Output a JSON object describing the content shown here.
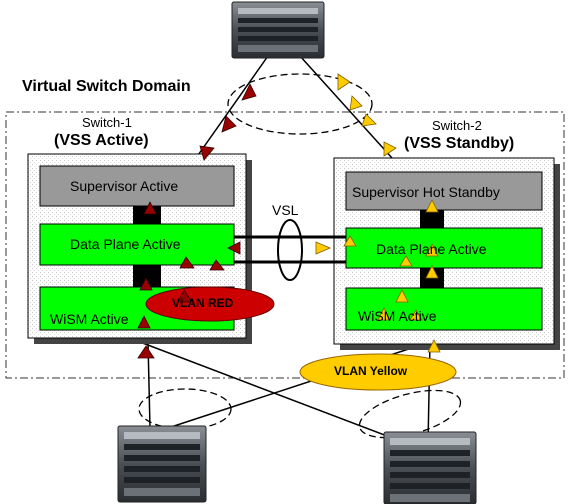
{
  "domain_title": "Virtual Switch Domain",
  "switch1": {
    "name": "Switch-1",
    "role": "(VSS Active)"
  },
  "switch2": {
    "name": "Switch-2",
    "role": "(VSS Standby)"
  },
  "modules": {
    "sup1": "Supervisor Active",
    "data1": "Data Plane Active",
    "wism1": "WiSM Active",
    "sup2": "Supervisor Hot Standby",
    "data2": "Data Plane Active",
    "wism2": "WiSM Active"
  },
  "vsl_label": "VSL",
  "vlan_red": "VLAN  RED",
  "vlan_yellow": "VLAN  Yellow",
  "colors": {
    "module_gray": "#999999",
    "module_green": "#00ff00",
    "vlan_red": "#cc0000",
    "vlan_yellow": "#ffcc00",
    "arrow_red": "#990000",
    "arrow_yellow": "#ffcc00"
  }
}
